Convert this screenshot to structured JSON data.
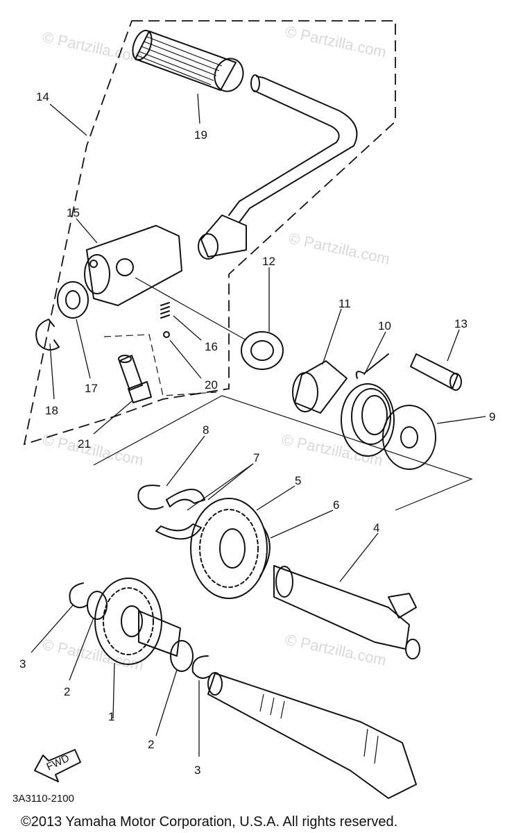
{
  "diagram": {
    "callouts": [
      "1",
      "2",
      "2",
      "3",
      "3",
      "4",
      "5",
      "6",
      "7",
      "8",
      "9",
      "10",
      "11",
      "12",
      "13",
      "14",
      "15",
      "16",
      "17",
      "18",
      "19",
      "20",
      "21"
    ],
    "fwd_label": "FWD",
    "diagram_code": "3A3110-2100",
    "copyright": "©2013 Yamaha Motor Corporation, U.S.A. All rights reserved.",
    "watermark": "© Partzilla.com"
  }
}
